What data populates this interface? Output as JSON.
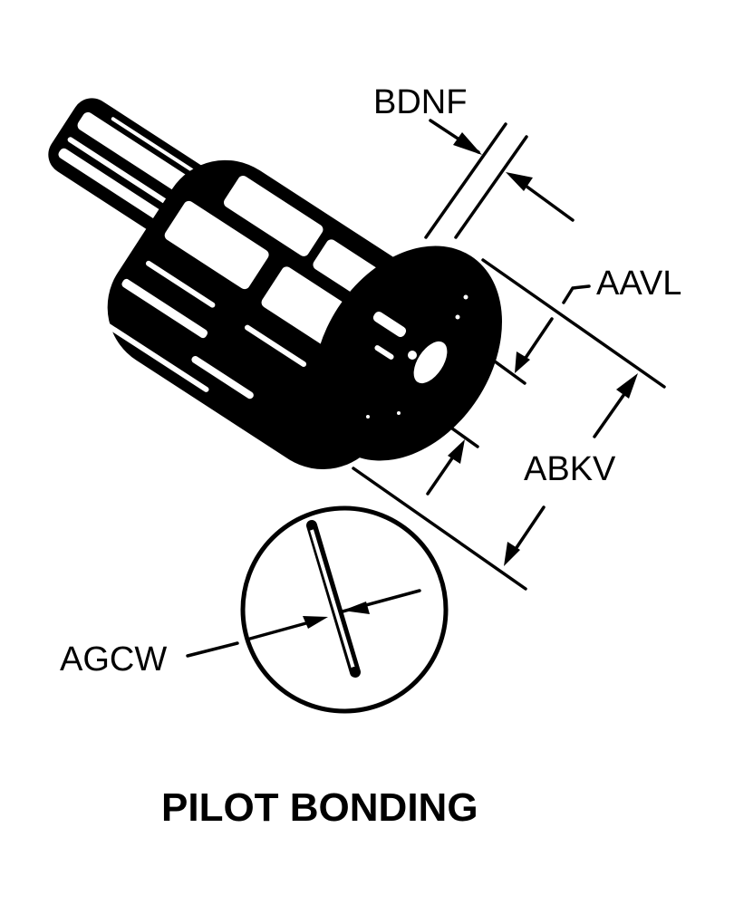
{
  "diagram": {
    "title": "PILOT BONDING",
    "subject": "pilot bonding tool",
    "colors": {
      "ink": "#000000",
      "paper": "#ffffff"
    },
    "dimension_labels": {
      "bdnf": "BDNF",
      "aavl": "AAVL",
      "abkv": "ABKV",
      "agcw": "AGCW"
    },
    "detail_view": "circular end view with slot"
  }
}
